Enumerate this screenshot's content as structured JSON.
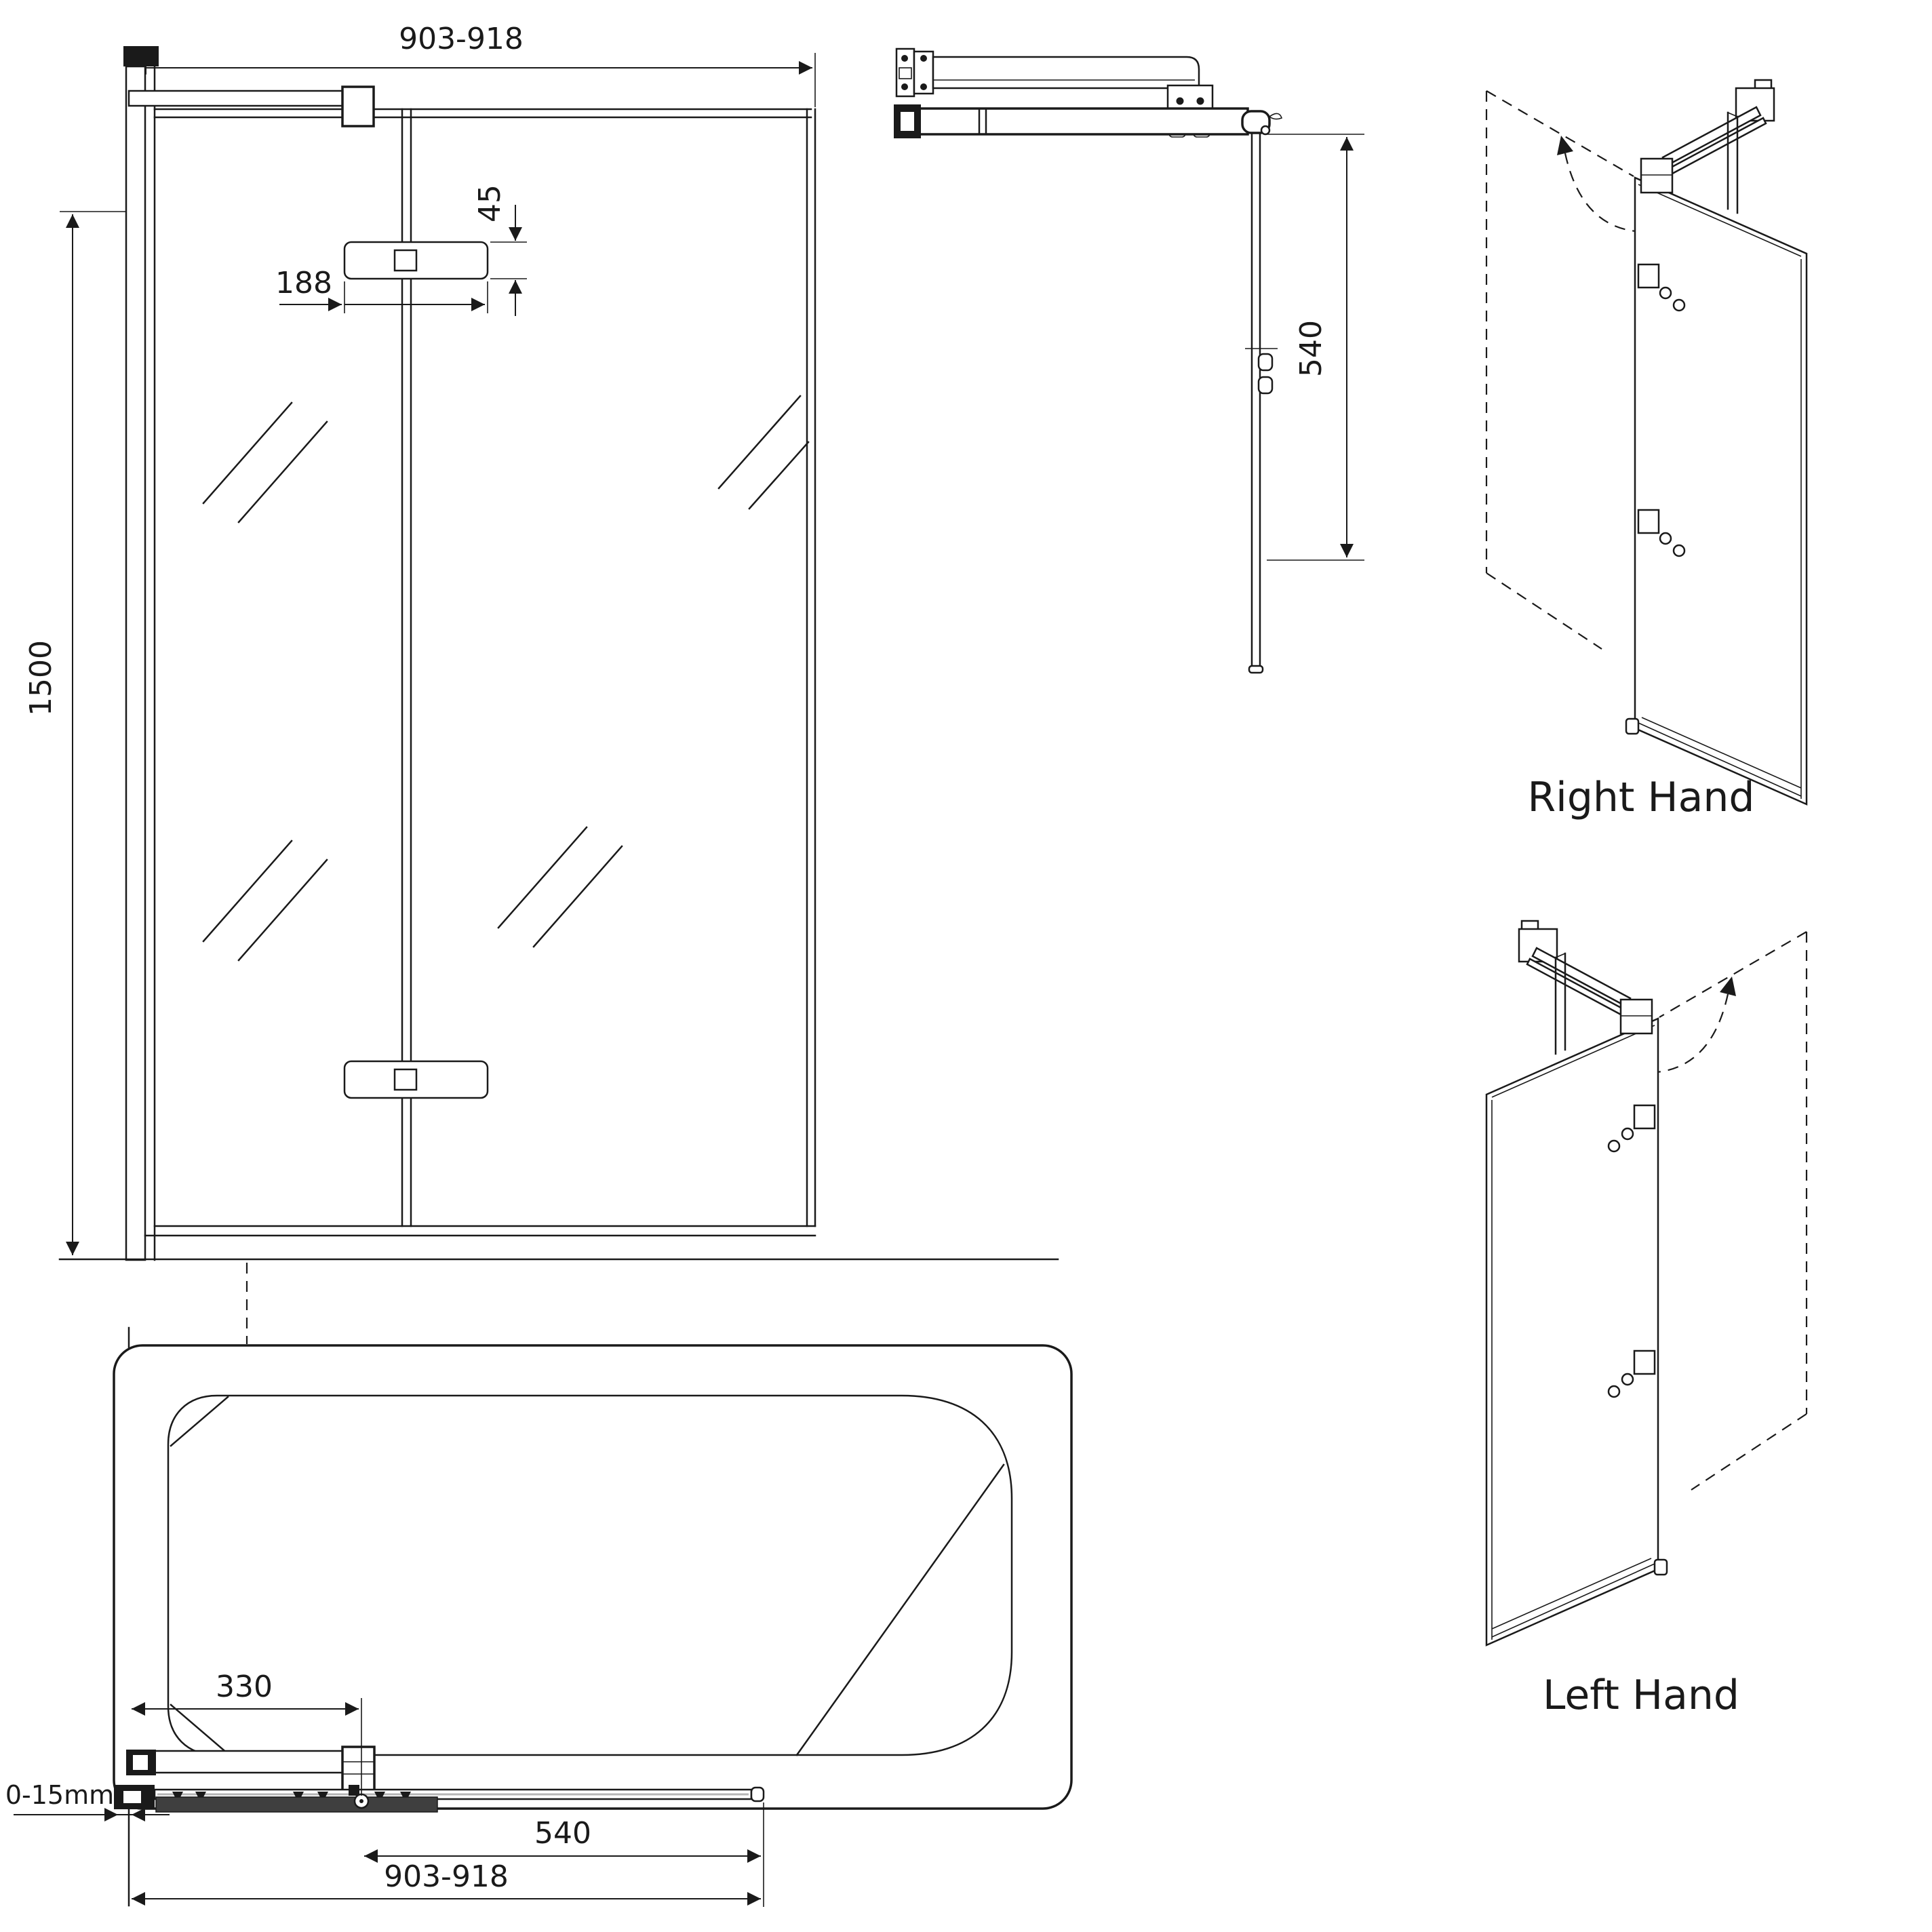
{
  "diagram": {
    "front_view": {
      "width_label": "903-918",
      "height_label": "1500",
      "bracket_width_label": "188",
      "bracket_height_label": "45"
    },
    "side_view": {
      "depth_label": "540"
    },
    "plan_view": {
      "wall_to_pivot_label": "330",
      "adjustment_label": "0-15mm",
      "pivot_to_end_label": "540",
      "overall_width_label": "903-918"
    },
    "orientation_views": {
      "right_label": "Right Hand",
      "left_label": "Left Hand"
    },
    "colors": {
      "line": "#1a1a1a",
      "background": "#ffffff"
    }
  }
}
